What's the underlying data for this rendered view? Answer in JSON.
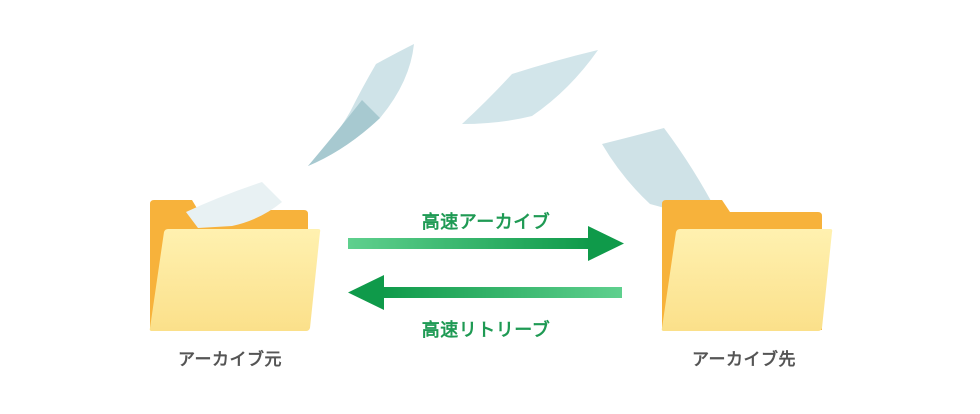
{
  "diagram": {
    "forward_arrow_label": "高速アーカイブ",
    "backward_arrow_label": "高速リトリーブ",
    "source_folder_label": "アーカイブ元",
    "destination_folder_label": "アーカイブ先"
  },
  "colors": {
    "arrow_green_dark": "#0f9a4a",
    "arrow_green_light": "#5fd08e",
    "label_green": "#1f9a54",
    "folder_back": "#f7b23b",
    "folder_front": "#fde79a",
    "paper_light": "#d6e8ec",
    "paper_dark": "#a9cbd2"
  }
}
